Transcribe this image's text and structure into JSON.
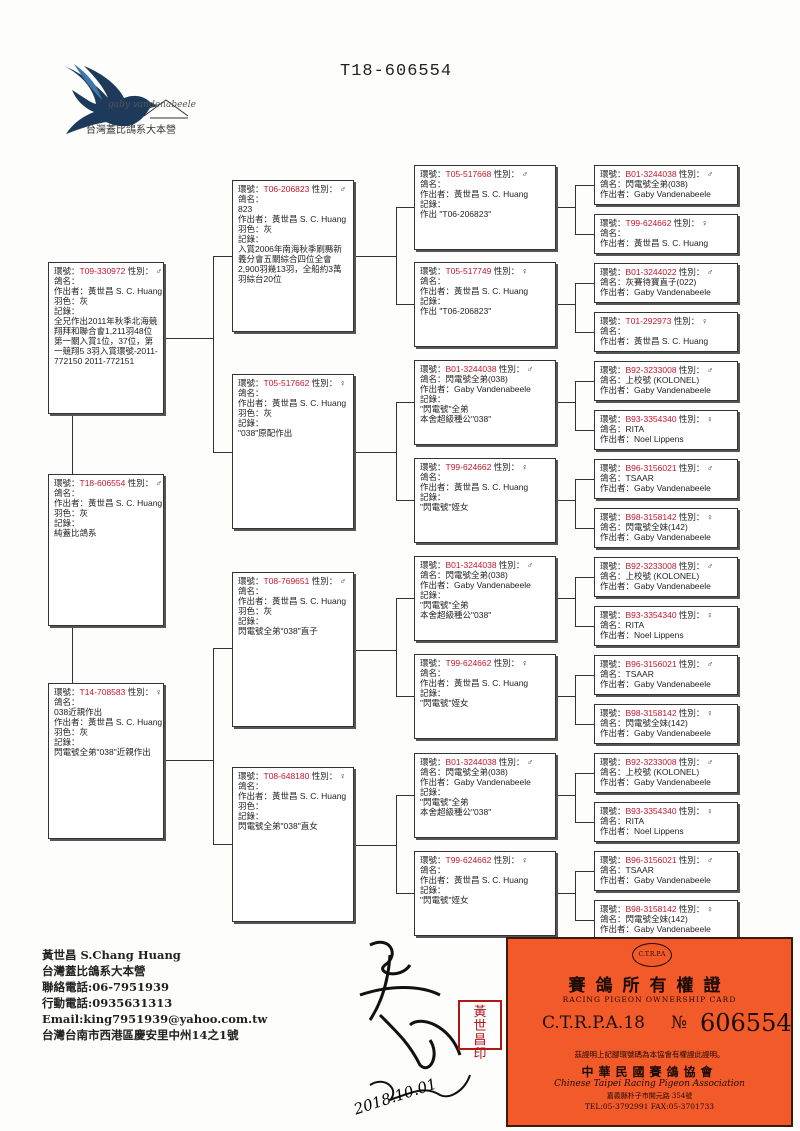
{
  "header": {
    "title": "T18-606554"
  },
  "logo": {
    "name": "台灣蓋比鴿系大本營",
    "script": "gaby vandenabeele"
  },
  "pedigree": {
    "subject": {
      "ring": "T18-606554",
      "lines": [
        "鴿名：",
        "作出者：黃世昌 S. C. Huang",
        "羽色：灰",
        "記錄：",
        "純蓋比鴿系"
      ]
    },
    "sire": {
      "ring": "T09-330972",
      "lines": [
        "鴿名：",
        "作出者：黃世昌 S. C. Huang",
        "羽色：灰",
        "記錄："
      ],
      "note": "全兄作出2011年秋季北海競翔拜和聯合會1,211羽48位 第一關入賞1位，37位，第一競翔5 3羽入賞環號-2011-772150 2011-772151"
    },
    "dam": {
      "ring": "T14-708583",
      "lines": [
        "鴿名：",
        "038近親作出",
        "作出者：黃世昌 S. C. Huang",
        "羽色：灰",
        "記錄：",
        "閃電號全弟\"038\"近親作出"
      ]
    },
    "ss": {
      "ring": "T06-206823",
      "lines": [
        "鴿名：",
        "823",
        "作出者：黃世昌 S. C. Huang",
        "羽色：灰",
        "記錄："
      ],
      "note": "入賞2006年南海秋季刷縣新義分會五關綜合四位全會2,900羽幾13羽，全船約3萬羽綜台20位"
    },
    "sd": {
      "ring": "T05-517662",
      "lines": [
        "鴿名：",
        "作出者：黃世昌 S. C. Huang",
        "羽色：灰",
        "記錄：",
        "\"038\"原配作出"
      ]
    },
    "ds": {
      "ring": "T08-769651",
      "lines": [
        "鴿名：",
        "作出者：黃世昌 S. C. Huang",
        "羽色：灰",
        "記錄：",
        "閃電號全弟\"038\"直子"
      ]
    },
    "dd": {
      "ring": "T08-648180",
      "lines": [
        "鴿名：",
        "作出者：黃世昌 S. C. Huang",
        "羽色：",
        "記錄：",
        "閃電號全弟\"038\"直女"
      ]
    },
    "gen3": [
      {
        "ring": "T05-517668",
        "lines": [
          "鴿名：",
          "作出者：黃世昌 S. C. Huang",
          "記錄：",
          "作出 \"T06-206823\""
        ]
      },
      {
        "ring": "T05-517749",
        "lines": [
          "鴿名：",
          "作出者：黃世昌 S. C. Huang",
          "記錄：",
          "作出 \"T06-206823\""
        ]
      },
      {
        "ring": "B01-3244038",
        "lines": [
          "鴿名：閃電號全弟(038)",
          "作出者：Gaby Vandenabeele",
          "記錄：",
          "\"閃電號\"全弟",
          "本舍超級種公\"038\""
        ]
      },
      {
        "ring": "T99-624662",
        "lines": [
          "鴿名：",
          "作出者：黃世昌 S. C. Huang",
          "記錄：",
          "\"閃電號\"姪女"
        ]
      },
      {
        "ring": "B01-3244038",
        "lines": [
          "鴿名：閃電號全弟(038)",
          "作出者：Gaby Vandenabeele",
          "記錄：",
          "\"閃電號\"全弟",
          "本舍超級種公\"038\""
        ]
      },
      {
        "ring": "T99-624662",
        "lines": [
          "鴿名：",
          "作出者：黃世昌 S. C. Huang",
          "記錄：",
          "\"閃電號\"姪女"
        ]
      },
      {
        "ring": "B01-3244038",
        "lines": [
          "鴿名：閃電號全弟(038)",
          "作出者：Gaby Vandenabeele",
          "記錄：",
          "\"閃電號\"全弟",
          "本舍超級種公\"038\""
        ]
      },
      {
        "ring": "T99-624662",
        "lines": [
          "鴿名：",
          "作出者：黃世昌 S. C. Huang",
          "記錄：",
          "\"閃電號\"姪女"
        ]
      }
    ],
    "gen4": [
      {
        "ring": "B01-3244038",
        "lines": [
          "鴿名：閃電號全弟(038)",
          "作出者：Gaby Vandenabeele"
        ]
      },
      {
        "ring": "T99-624662",
        "lines": [
          "鴿名：",
          "作出者：黃世昌 S. C. Huang"
        ]
      },
      {
        "ring": "B01-3244022",
        "lines": [
          "鴿名：灰賽待寶直子(022)",
          "作出者：Gaby Vandenabeele"
        ]
      },
      {
        "ring": "T01-292973",
        "lines": [
          "鴿名：",
          "作出者：黃世昌 S. C. Huang"
        ]
      },
      {
        "ring": "B92-3233008",
        "lines": [
          "鴿名：上校號 (KOLONEL)",
          "作出者：Gaby Vandenabeele"
        ]
      },
      {
        "ring": "B93-3354340",
        "lines": [
          "鴿名：RITA",
          "作出者：Noel Lippens"
        ]
      },
      {
        "ring": "B96-3156021",
        "lines": [
          "鴿名：TSAAR",
          "作出者：Gaby Vandenabeele"
        ]
      },
      {
        "ring": "B98-3158142",
        "lines": [
          "鴿名：閃電號全妹(142)",
          "作出者：Gaby Vandenabeele"
        ]
      },
      {
        "ring": "B92-3233008",
        "lines": [
          "鴿名：上校號 (KOLONEL)",
          "作出者：Gaby Vandenabeele"
        ]
      },
      {
        "ring": "B93-3354340",
        "lines": [
          "鴿名：RITA",
          "作出者：Noel Lippens"
        ]
      },
      {
        "ring": "B96-3156021",
        "lines": [
          "鴿名：TSAAR",
          "作出者：Gaby Vandenabeele"
        ]
      },
      {
        "ring": "B98-3158142",
        "lines": [
          "鴿名：閃電號全妹(142)",
          "作出者：Gaby Vandenabeele"
        ]
      },
      {
        "ring": "B92-3233008",
        "lines": [
          "鴿名：上校號 (KOLONEL)",
          "作出者：Gaby Vandenabeele"
        ]
      },
      {
        "ring": "B93-3354340",
        "lines": [
          "鴿名：RITA",
          "作出者：Noel Lippens"
        ]
      },
      {
        "ring": "B96-3156021",
        "lines": [
          "鴿名：TSAAR",
          "作出者：Gaby Vandenabeele"
        ]
      },
      {
        "ring": "B98-3158142",
        "lines": [
          "鴿名：閃電號全妹(142)",
          "作出者：Gaby Vandenabeele"
        ]
      }
    ],
    "labels": {
      "ring_prefix": "環號：",
      "sex_label": "性別：",
      "male": "♂",
      "female": "♀"
    }
  },
  "footer": {
    "name": "黃世昌 S.Chang Huang",
    "org": "台灣蓋比鴿系大本營",
    "phone": "聯絡電話:06-7951939",
    "mobile": "行動電話:0935631313",
    "email": "Email:king7951939@yahoo.com.tw",
    "address": "台灣台南市西港區慶安里中州14之1號"
  },
  "card": {
    "logo_text": "C.T.R.P.A",
    "cn_title": "賽鴿所有權證",
    "en_title": "RACING PIGEON OWNERSHIP CARD",
    "ctrpa": "C.T.R.P.A.18",
    "no_label": "№",
    "number": "606554",
    "declaration": "茲證明上記腳環號碼為本協會有權證此證明。",
    "org_cn": "中華民國賽鴿協會",
    "org_en": "Chinese Taipei Racing Pigeon Association",
    "address": "嘉義縣朴子市開元路 354號",
    "tel": "TEL:05-3792991   FAX:05-3701733",
    "color": "#f35a2a"
  },
  "seal": {
    "text": "黃世昌印"
  },
  "signature": {
    "date": "2018.10.01"
  }
}
